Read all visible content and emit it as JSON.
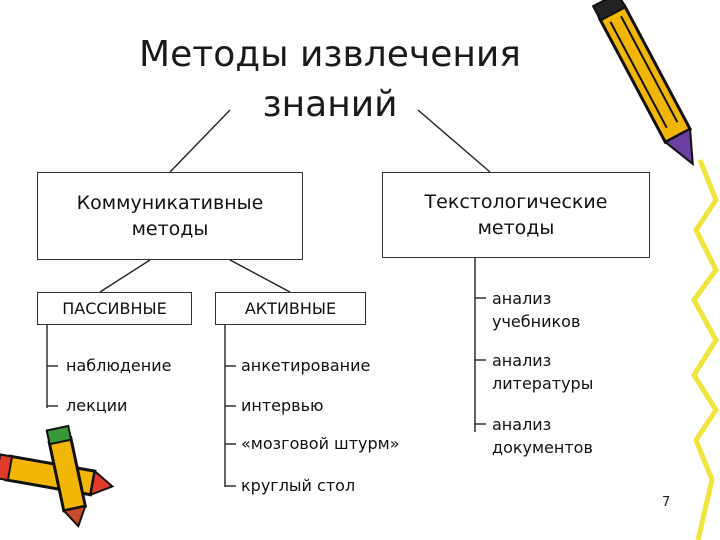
{
  "title": {
    "line1": "Методы извлечения",
    "line2": "знаний"
  },
  "communicative": {
    "line1": "Коммуникативные",
    "line2": "методы",
    "passive": {
      "label": "ПАССИВНЫЕ",
      "items": [
        "наблюдение",
        "лекции"
      ]
    },
    "active": {
      "label": "АКТИВНЫЕ",
      "items": [
        "анкетирование",
        "интервью",
        "«мозговой штурм»",
        "круглый стол"
      ]
    }
  },
  "textological": {
    "line1": "Текстологические",
    "line2": "методы",
    "items": [
      {
        "line1": "анализ",
        "line2": "учебников"
      },
      {
        "line1": "анализ",
        "line2": "литературы"
      },
      {
        "line1": "анализ",
        "line2": "документов"
      }
    ]
  },
  "page_number": "7",
  "decorations": [
    "pencil-icon",
    "pencil-icon",
    "pencil-icon"
  ],
  "colors": {
    "line": "#222222",
    "pencil_body": "#f2b705",
    "pencil_outline": "#111111",
    "pencil_tip": "#6b3fa0",
    "pencil_eraser": "#3a9a3a",
    "border_zigzag": "#f0e43a"
  }
}
